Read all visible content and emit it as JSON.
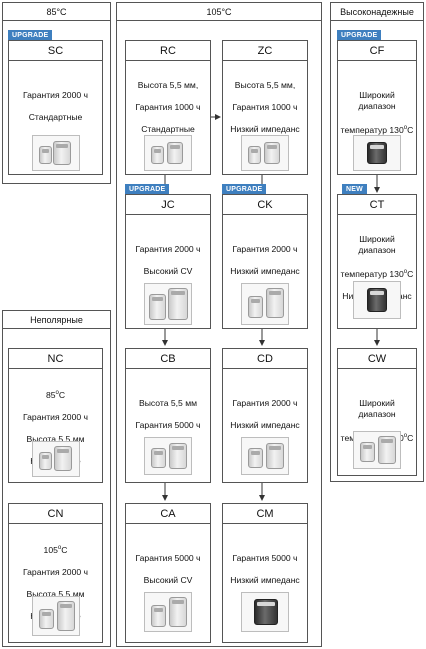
{
  "groups": {
    "g85": "85°C",
    "g105": "105°C",
    "ghigh": "Высоконадежные",
    "gnonpolar": "Неполярные"
  },
  "badges": {
    "upgrade": "UPGRADE",
    "new": "NEW"
  },
  "cards": {
    "SC": {
      "name": "SC",
      "l1": "Гарантия 2000 ч",
      "l2": "Стандартные"
    },
    "RC": {
      "name": "RC",
      "l1": "Высота 5,5 мм,",
      "l2": "Гарантия 1000 ч",
      "l3": "Стандартные"
    },
    "ZC": {
      "name": "ZC",
      "l1": "Высота 5,5 мм,",
      "l2": "Гарантия 1000 ч",
      "l3": "Низкий импеданс"
    },
    "JC": {
      "name": "JC",
      "l1": "Гарантия 2000 ч",
      "l2": "Высокий CV"
    },
    "CK": {
      "name": "CK",
      "l1": "Гарантия 2000 ч",
      "l2": "Низкий импеданс"
    },
    "CB": {
      "name": "CB",
      "l1": "Высота 5,5 мм",
      "l2": "Гарантия 5000 ч"
    },
    "CD": {
      "name": "CD",
      "l1": "Гарантия 2000 ч",
      "l2": "Низкий импеданс"
    },
    "CA": {
      "name": "CA",
      "l1": "Гарантия 5000 ч",
      "l2": "Высокий CV"
    },
    "CM": {
      "name": "CM",
      "l1": "Гарантия 5000 ч",
      "l2": "Низкий импеданс"
    },
    "CF": {
      "name": "CF",
      "l1": "Широкий диапазон",
      "l2a": "температур 130",
      "l2sup": "o",
      "l2b": "C"
    },
    "CT": {
      "name": "CT",
      "l1": "Широкий диапазон",
      "l2a": "температур 130",
      "l2sup": "o",
      "l2b": "C",
      "l3": "Низкий импеданс"
    },
    "CW": {
      "name": "CW",
      "l1": "Широкий диапазон",
      "l2a": "температур 150",
      "l2sup": "o",
      "l2b": "C"
    },
    "NC": {
      "name": "NC",
      "l0a": "85",
      "l0sup": "o",
      "l0b": "C",
      "l1": "Гарантия 2000 ч",
      "l2": "Высота 5,5 мм",
      "l3": "Неполярные"
    },
    "CN": {
      "name": "CN",
      "l0a": "105",
      "l0sup": "o",
      "l0b": "C",
      "l1": "Гарантия 2000 ч",
      "l2": "Высота 5,5 мм",
      "l3": "Неполярные"
    }
  },
  "colors": {
    "badge": "#3e7fbf",
    "border": "#555555"
  }
}
